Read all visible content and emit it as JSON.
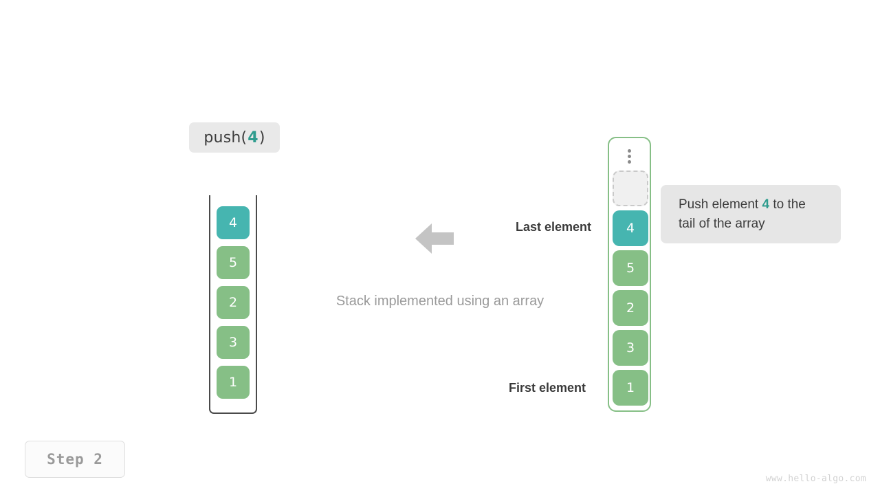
{
  "operation": {
    "prefix": "push(",
    "argument": "4",
    "suffix": ")"
  },
  "stack": {
    "title": "Stack implemented using an array",
    "cells": [
      {
        "value": "4",
        "style": "teal"
      },
      {
        "value": "5",
        "style": "green"
      },
      {
        "value": "2",
        "style": "green"
      },
      {
        "value": "3",
        "style": "green"
      },
      {
        "value": "1",
        "style": "green"
      }
    ]
  },
  "array": {
    "overflow_indicator": "vertical-ellipsis",
    "cells": [
      {
        "value": "",
        "style": "empty"
      },
      {
        "value": "4",
        "style": "teal"
      },
      {
        "value": "5",
        "style": "green"
      },
      {
        "value": "2",
        "style": "green"
      },
      {
        "value": "3",
        "style": "green"
      },
      {
        "value": "1",
        "style": "green"
      }
    ]
  },
  "annotations": {
    "last_element": "Last element",
    "first_element": "First element",
    "arrow_direction": "left"
  },
  "tooltip": {
    "text_before": "Push element ",
    "accent": "4",
    "text_after": " to the tail of the array"
  },
  "step": {
    "label": "Step  2"
  },
  "watermark": "www.hello-algo.com",
  "colors": {
    "teal_fill": "#46b5b0",
    "green_fill": "#86bf86",
    "accent_text": "#2e9c8e",
    "arrow_gray": "#c4c4c4",
    "chip_gray": "#e9e9e9",
    "tooltip_gray": "#e6e6e6",
    "container_stroke": "#4a4a4a"
  }
}
